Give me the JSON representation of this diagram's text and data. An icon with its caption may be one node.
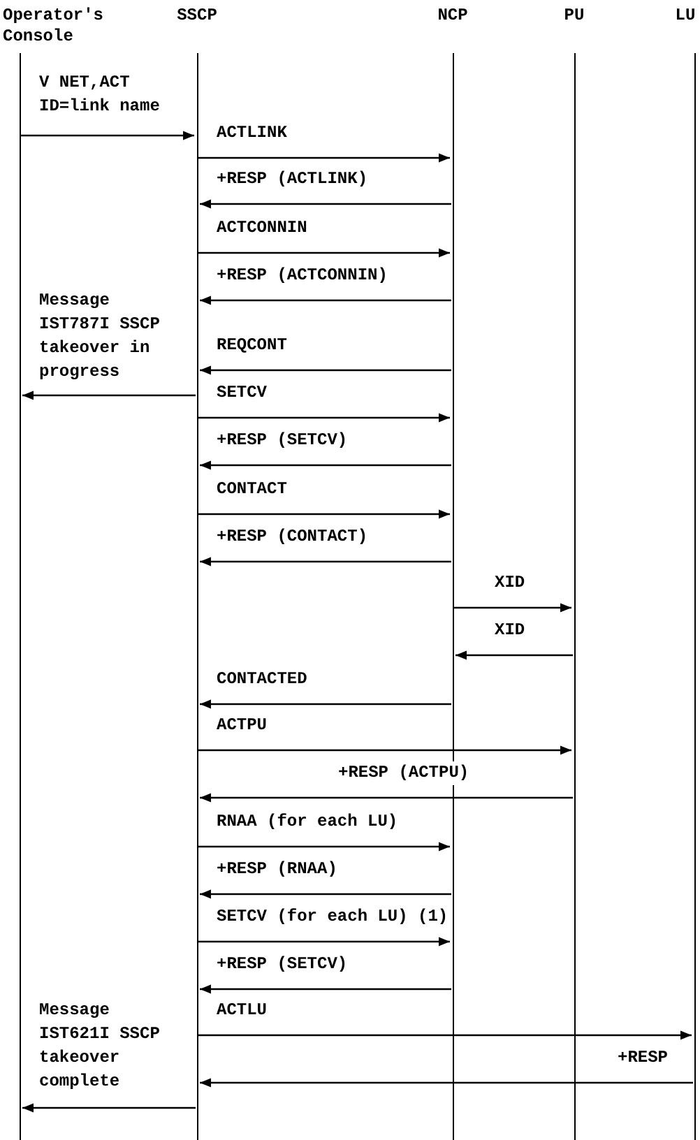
{
  "diagram": {
    "nodes": [
      {
        "text": [
          "Operator's Console"
        ]
      },
      {
        "text": [
          "SSCP"
        ]
      },
      {
        "text": [
          "NCP"
        ]
      },
      {
        "text": [
          "PU"
        ]
      },
      {
        "text": [
          "LU"
        ]
      }
    ],
    "edges": [
      {
        "from": 0,
        "to": 1,
        "arrow": "to",
        "label": "V NET,ACT ID=link name"
      },
      {
        "from": 1,
        "to": 2,
        "arrow": "to",
        "label": "ACTLINK"
      },
      {
        "from": 2,
        "to": 1,
        "arrow": "to",
        "label": "+RESP (ACTLINK)"
      },
      {
        "from": 1,
        "to": 2,
        "arrow": "to",
        "label": "ACTCONNIN"
      },
      {
        "from": 2,
        "to": 1,
        "arrow": "to",
        "label": "+RESP (ACTCONNIN)"
      },
      {
        "from": 2,
        "to": 1,
        "arrow": "to",
        "label": "REQCONT"
      },
      {
        "from": 1,
        "to": 0,
        "arrow": "to",
        "label": "Message IST787I SSCP takeover in progress"
      },
      {
        "from": 1,
        "to": 2,
        "arrow": "to",
        "label": "SETCV"
      },
      {
        "from": 2,
        "to": 1,
        "arrow": "to",
        "label": "+RESP (SETCV)"
      },
      {
        "from": 1,
        "to": 2,
        "arrow": "to",
        "label": "CONTACT"
      },
      {
        "from": 2,
        "to": 1,
        "arrow": "to",
        "label": "+RESP (CONTACT)"
      },
      {
        "from": 2,
        "to": 3,
        "arrow": "to",
        "label": "XID"
      },
      {
        "from": 3,
        "to": 2,
        "arrow": "to",
        "label": "XID"
      },
      {
        "from": 2,
        "to": 1,
        "arrow": "to",
        "label": "CONTACTED"
      },
      {
        "from": 1,
        "to": 3,
        "arrow": "to",
        "label": "ACTPU"
      },
      {
        "from": 3,
        "to": 1,
        "arrow": "to",
        "label": "+RESP (ACTPU)"
      },
      {
        "from": 1,
        "to": 2,
        "arrow": "to",
        "label": "RNAA (for each LU)"
      },
      {
        "from": 2,
        "to": 1,
        "arrow": "to",
        "label": "+RESP (RNAA)"
      },
      {
        "from": 1,
        "to": 2,
        "arrow": "to",
        "label": "SETCV (for each LU) (1)"
      },
      {
        "from": 2,
        "to": 1,
        "arrow": "to",
        "label": "+RESP (SETCV)"
      },
      {
        "from": 1,
        "to": 4,
        "arrow": "to",
        "label": "ACTLU"
      },
      {
        "from": 4,
        "to": 1,
        "arrow": "to",
        "label": "+RESP"
      },
      {
        "from": 1,
        "to": 0,
        "arrow": "to",
        "label": "Message IST621I SSCP takeover complete"
      }
    ]
  }
}
